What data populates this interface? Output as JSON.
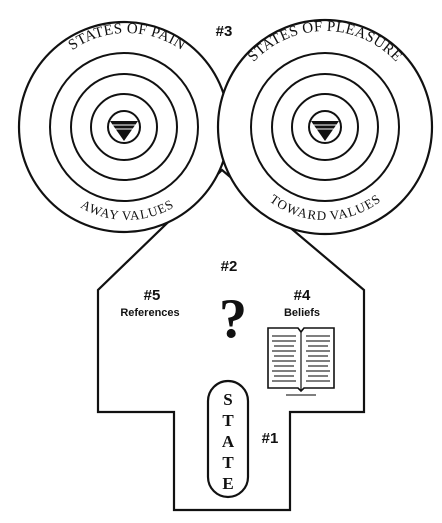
{
  "labels": {
    "pain_title": "STATES OF PAIN",
    "pleasure_title": "STATES OF PLEASURE",
    "pain_bottom": "AWAY VALUES",
    "pleasure_bottom": "TOWARD VALUES",
    "num_3": "#3",
    "num_2": "#2",
    "num_5": "#5",
    "num_4": "#4",
    "num_1": "#1",
    "references": "References",
    "beliefs": "Beliefs",
    "question": "?",
    "state_letters": [
      "S",
      "T",
      "A",
      "T",
      "E"
    ]
  },
  "colors": {
    "ink": "#111111",
    "paper": "#ffffff"
  },
  "icons": {
    "pain_center": "inverted-triangle-target-icon",
    "pleasure_center": "inverted-triangle-target-icon",
    "book": "open-book-icon"
  }
}
